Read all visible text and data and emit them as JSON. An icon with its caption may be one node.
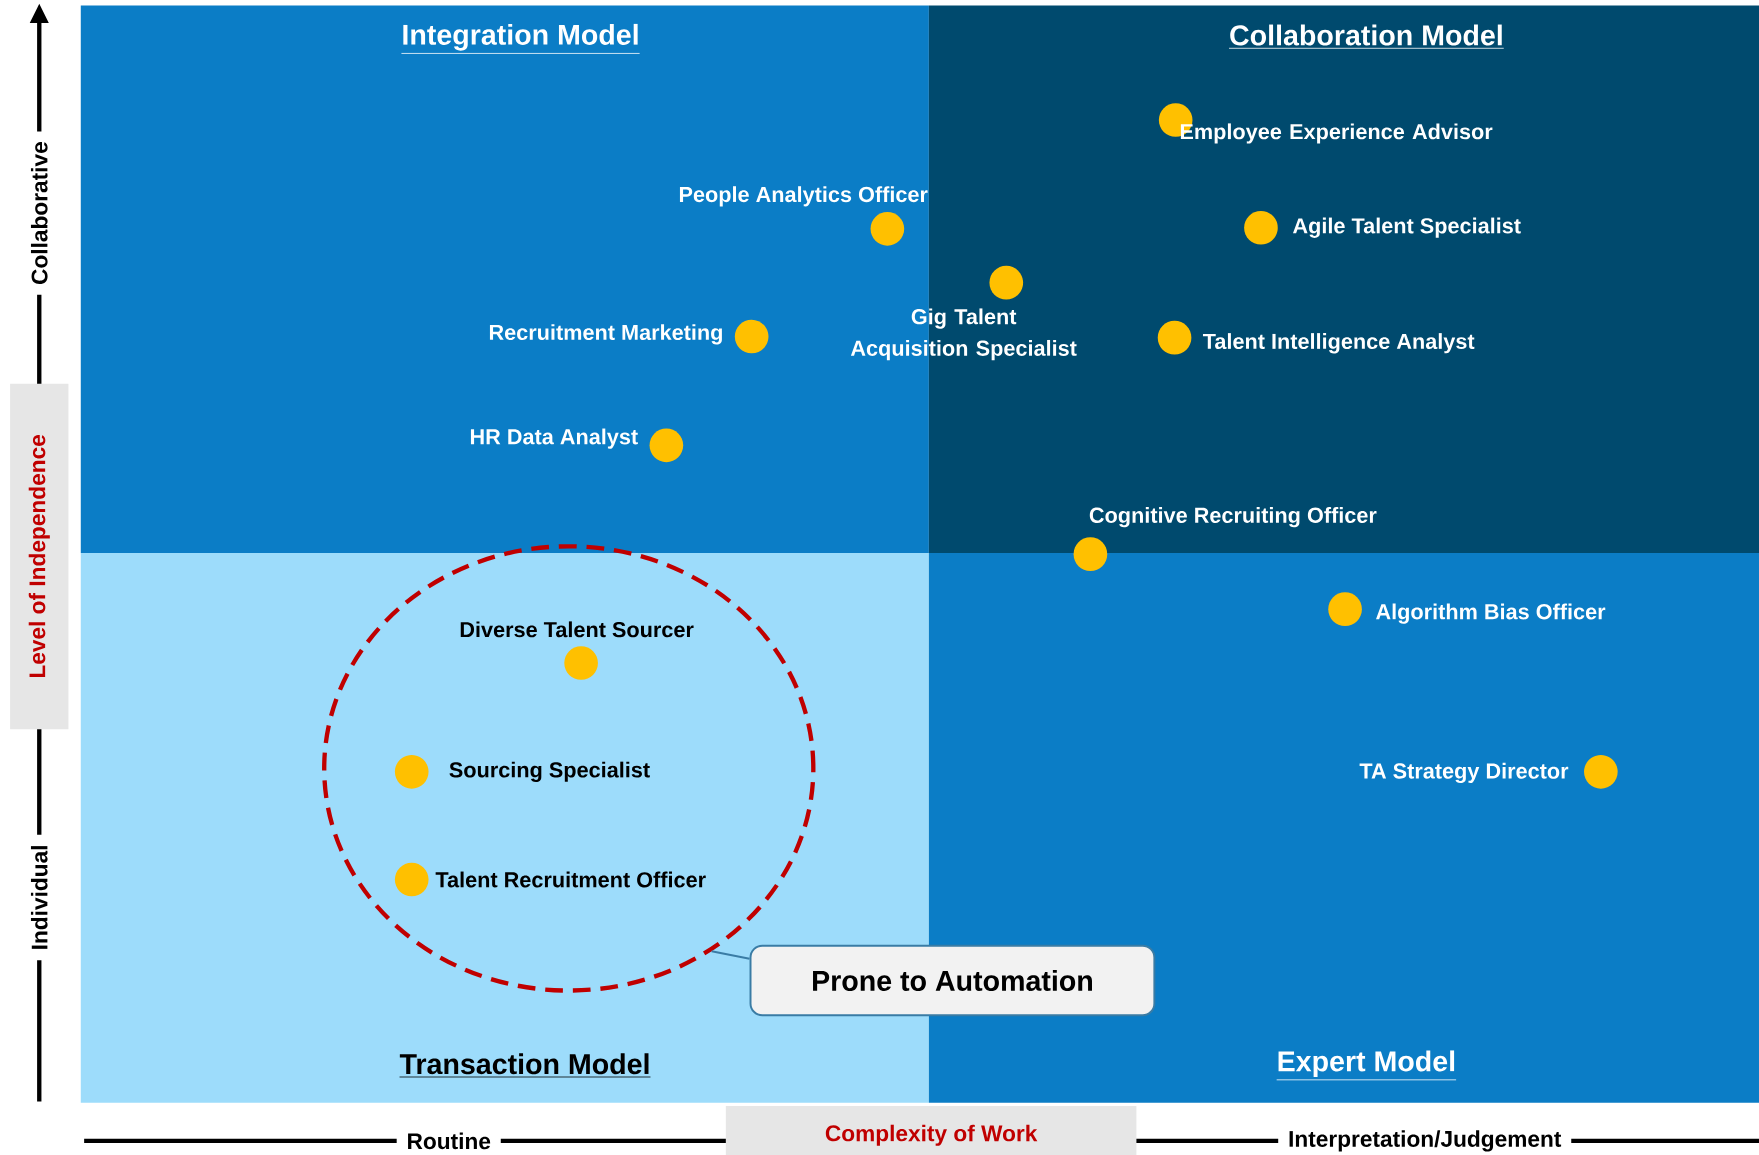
{
  "diagram": {
    "nodes": [
      {
        "text": [
          "Integration Model"
        ]
      },
      {
        "text": [
          "Collaboration Model"
        ]
      },
      {
        "text": [
          "Transaction Model"
        ]
      },
      {
        "text": [
          "Expert Model"
        ]
      },
      {
        "text": [],
        "shape": "circle",
        "beside": [
          "Employee Experience Advisor"
        ],
        "in": 1
      },
      {
        "text": [],
        "shape": "circle",
        "beside": [
          "People Analytics Officer"
        ],
        "in": 0
      },
      {
        "text": [],
        "shape": "circle",
        "beside": [
          "Agile Talent Specialist"
        ],
        "in": 1
      },
      {
        "text": [],
        "shape": "circle",
        "beside": [
          "Gig Talent Acquisition Specialist"
        ],
        "in": 1
      },
      {
        "text": [],
        "shape": "circle",
        "beside": [
          "Recruitment Marketing"
        ],
        "in": 0
      },
      {
        "text": [],
        "shape": "circle",
        "beside": [
          "Talent Intelligence Analyst"
        ],
        "in": 1
      },
      {
        "text": [],
        "shape": "circle",
        "beside": [
          "HR Data Analyst"
        ],
        "in": 0
      },
      {
        "text": [],
        "shape": "circle",
        "beside": [
          "Cognitive Recruiting Officer"
        ]
      },
      {
        "text": [],
        "shape": "circle",
        "beside": [
          "Algorithm Bias Officer"
        ],
        "in": 3
      },
      {
        "text": [],
        "shape": "circle",
        "in": 2
      },
      {
        "text": [],
        "shape": "circle",
        "beside": [
          "Diverse Talent Sourcer"
        ],
        "in": 13
      },
      {
        "text": [],
        "shape": "circle",
        "beside": [
          "Sourcing Specialist"
        ],
        "in": 13
      },
      {
        "text": [],
        "shape": "circle",
        "beside": [
          "TA Strategy Director"
        ],
        "in": 3
      },
      {
        "text": [],
        "shape": "circle",
        "beside": [
          "Talent Recruitment Officer"
        ],
        "in": 13
      },
      {
        "text": [
          "Prone to Automation"
        ]
      }
    ],
    "edges": [
      {
        "from": 18,
        "to": 13,
        "arrow": "none"
      }
    ],
    "labels": [
      "Collaborative",
      "Level of Independence",
      "Individual",
      "Routine",
      "Complexity of Work",
      "Interpretation/Judgement"
    ]
  }
}
